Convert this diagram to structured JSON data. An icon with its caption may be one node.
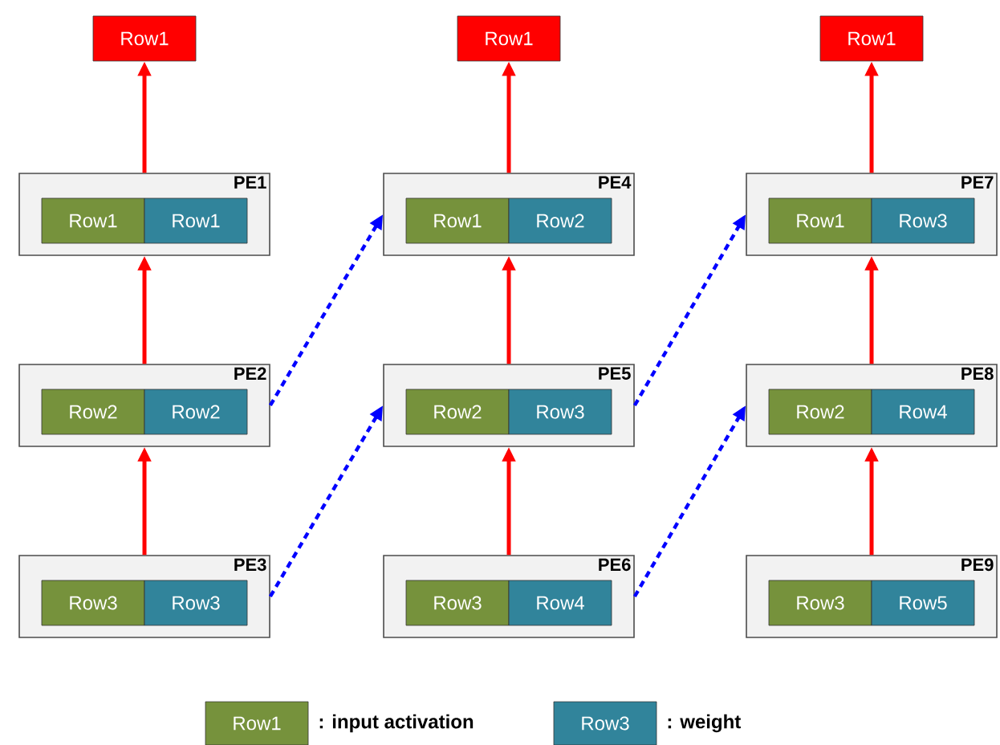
{
  "diagram": {
    "nodes": [
      {
        "text": [
          "Row1"
        ]
      },
      {
        "text": [
          "Row1"
        ]
      },
      {
        "text": [
          "Row1"
        ]
      },
      {
        "text": [
          "PE1"
        ]
      },
      {
        "text": [
          "Row1"
        ],
        "in": 3
      },
      {
        "text": [
          "Row1"
        ],
        "in": 3
      },
      {
        "text": [
          "PE4"
        ]
      },
      {
        "text": [
          "Row1"
        ],
        "in": 6
      },
      {
        "text": [
          "Row2"
        ],
        "in": 6
      },
      {
        "text": [
          "PE7"
        ]
      },
      {
        "text": [
          "Row1"
        ],
        "in": 9
      },
      {
        "text": [
          "Row3"
        ],
        "in": 9
      },
      {
        "text": [
          "PE2"
        ]
      },
      {
        "text": [
          "Row2"
        ],
        "in": 12
      },
      {
        "text": [
          "Row2"
        ],
        "in": 12
      },
      {
        "text": [
          "PE5"
        ]
      },
      {
        "text": [
          "Row2"
        ],
        "in": 15
      },
      {
        "text": [
          "Row3"
        ],
        "in": 15
      },
      {
        "text": [
          "PE8"
        ]
      },
      {
        "text": [
          "Row2"
        ],
        "in": 18
      },
      {
        "text": [
          "Row4"
        ],
        "in": 18
      },
      {
        "text": [
          "PE3"
        ]
      },
      {
        "text": [
          "Row3"
        ],
        "in": 21
      },
      {
        "text": [
          "Row3"
        ],
        "in": 21
      },
      {
        "text": [
          "PE6"
        ]
      },
      {
        "text": [
          "Row3"
        ],
        "in": 24
      },
      {
        "text": [
          "Row4"
        ],
        "in": 24
      },
      {
        "text": [
          "PE9"
        ]
      },
      {
        "text": [
          "Row3"
        ],
        "in": 27
      },
      {
        "text": [
          "Row5"
        ],
        "in": 27
      }
    ],
    "edges": [
      {
        "from": 3,
        "to": 0,
        "arrow": "to"
      },
      {
        "from": 6,
        "to": 1,
        "arrow": "to"
      },
      {
        "from": 9,
        "to": 2,
        "arrow": "to"
      },
      {
        "from": 12,
        "to": 3,
        "arrow": "to"
      },
      {
        "from": 15,
        "to": 6,
        "arrow": "to"
      },
      {
        "from": 18,
        "to": 9,
        "arrow": "to"
      },
      {
        "from": 21,
        "to": 12,
        "arrow": "to"
      },
      {
        "from": 24,
        "to": 15,
        "arrow": "to"
      },
      {
        "from": 27,
        "to": 18,
        "arrow": "to"
      },
      {
        "from": 12,
        "to": 6,
        "arrow": "to",
        "style": "dashed",
        "color": "#0000ff"
      },
      {
        "from": 21,
        "to": 15,
        "arrow": "to",
        "style": "dashed",
        "color": "#0000ff"
      },
      {
        "from": 15,
        "to": 9,
        "arrow": "to",
        "style": "dashed",
        "color": "#0000ff"
      },
      {
        "from": 24,
        "to": 18,
        "arrow": "to",
        "style": "dashed",
        "color": "#0000ff"
      }
    ],
    "labels": [
      "Row1",
      "Row3"
    ],
    "legend": [
      {
        "text": ": input activation",
        "color": "#76923c"
      },
      {
        "text": ": weight",
        "color": "#31849b"
      }
    ]
  }
}
